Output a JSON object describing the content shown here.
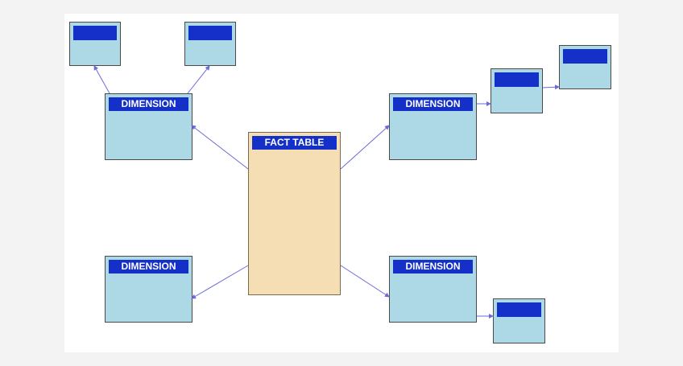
{
  "diagram": {
    "fact_table": {
      "label": "FACT TABLE"
    },
    "dimensions": [
      {
        "id": "dim-top-left",
        "label": "DIMENSION"
      },
      {
        "id": "dim-top-right",
        "label": "DIMENSION"
      },
      {
        "id": "dim-bottom-left",
        "label": "DIMENSION"
      },
      {
        "id": "dim-bottom-right",
        "label": "DIMENSION"
      }
    ],
    "sub_tables": [
      {
        "id": "sub-top-left-a",
        "label": ""
      },
      {
        "id": "sub-top-left-b",
        "label": ""
      },
      {
        "id": "sub-right-a",
        "label": ""
      },
      {
        "id": "sub-right-b",
        "label": ""
      },
      {
        "id": "sub-bottom-right",
        "label": ""
      }
    ],
    "colors": {
      "header_fill": "#1430c8",
      "dimension_fill": "#add8e6",
      "fact_fill": "#f5deb3",
      "connector": "#6a6ad8"
    }
  }
}
